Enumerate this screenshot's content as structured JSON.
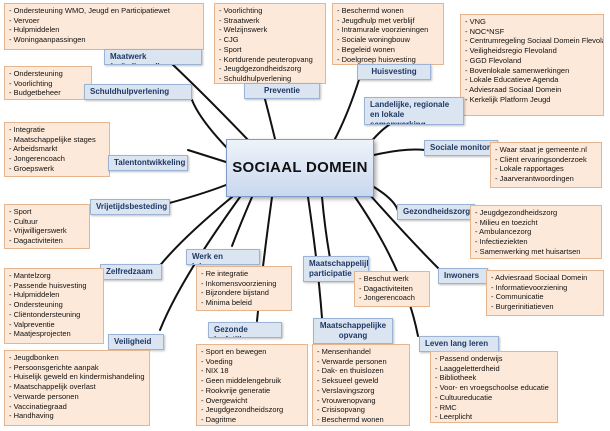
{
  "center": "SOCIAAL DOMEIN",
  "maatwerk": {
    "label": "Maatwerk (geïndiceerd)",
    "items": [
      "Ondersteuning WMO, Jeugd en Participatiewet",
      "Vervoer",
      "Hulpmiddelen",
      "Woningaanpassingen"
    ]
  },
  "preventie": {
    "label": "Preventie",
    "items": [
      "Voorlichting",
      "Straatwerk",
      "Welzijnswerk",
      "CJG",
      "Sport",
      "Kortdurende peuteropvang",
      "Jeugdgezondheidszorg",
      "Schuldhulpverlening"
    ]
  },
  "huisvesting": {
    "label": "Huisvesting",
    "items": [
      "Beschermd wonen",
      "Jeugdhulp met verblijf",
      "Intramurale voorzieningen",
      "Sociale woningbouw",
      "Begeleid wonen",
      "Doelgroep huisvesting"
    ]
  },
  "samenwerking": {
    "label": "Landelijke, regionale en lokale samenwerking",
    "items": [
      "VNG",
      "NOC*NSF",
      "Centrumregeling Sociaal Domein Flevoland",
      "Veiligheidsregio Flevoland",
      "GGD Flevoland",
      "Bovenlokale samenwerkingen",
      "Lokale Educatieve Agenda",
      "Adviesraad Sociaal Domein",
      "Kerkelijk Platform Jeugd"
    ]
  },
  "schuldhulp": {
    "label": "Schuldhulpverlening",
    "items": [
      "Ondersteuning",
      "Voorlichting",
      "Budgetbeheer"
    ]
  },
  "talent": {
    "label": "Talentontwikkeling",
    "items": [
      "Integratie",
      "Maatschappelijke stages",
      "Arbeidsmarkt",
      "Jongerencoach",
      "Groepswerk"
    ]
  },
  "monitor": {
    "label": "Sociale monitor",
    "items": [
      "Waar staat je gemeente.nl",
      "Cliënt ervaringsonderzoek",
      "Lokale rapportages",
      "Jaarverantwoordingen"
    ]
  },
  "vrijetijd": {
    "label": "Vrijetijdsbesteding",
    "items": [
      "Sport",
      "Cultuur",
      "Vrijwilligerswerk",
      "Dagactiviteiten"
    ]
  },
  "gezondheid": {
    "label": "Gezondheidszorg",
    "items": [
      "Jeugdgezondheidszorg",
      "Milieu en toezicht",
      "Ambulancezorg",
      "Infectieziekten",
      "Samenwerking met huisartsen"
    ]
  },
  "werk": {
    "label": "Werk en Inkomen",
    "items": [
      "Re integratie",
      "Inkomensvoorziening",
      "Bijzondere bijstand",
      "Minima beleid"
    ]
  },
  "participatie": {
    "label": "Maatschappelijke participatie",
    "items": [
      "Beschut werk",
      "Dagactiviteiten",
      "Jongerencoach"
    ]
  },
  "zelfredzaam": {
    "label": "Zelfredzaam",
    "items": [
      "Mantelzorg",
      "Passende huisvesting",
      "Hulpmiddelen",
      "Ondersteuning",
      "Cliëntondersteuning",
      "Valpreventie",
      "Maatjesprojecten"
    ]
  },
  "inwoners": {
    "label": "Inwoners",
    "items": [
      "Adviesraad Sociaal Domein",
      "Informatievoorziening",
      "Communicatie",
      "Burgerinitiatieven"
    ]
  },
  "veiligheid": {
    "label": "Veiligheid",
    "items": [
      "Jeugdbonken",
      "Persoonsgerichte aanpak",
      "Huiselijk geweld en kindermishandeling",
      "Maatschappelijk overlast",
      "Verwarde personen",
      "Vaccinatiegraad",
      "Handhaving"
    ]
  },
  "leefstijl": {
    "label": "Gezonde leefstijl",
    "items": [
      "Sport en bewegen",
      "Voeding",
      "NIX 18",
      "Geen middelengebruik",
      "Rookvrije generatie",
      "Overgewicht",
      "Jeugdgezondheidszorg",
      "Dagritme"
    ]
  },
  "opvang": {
    "label": "Maatschappelijke opvang",
    "items": [
      "Mensenhandel",
      "Verwarde personen",
      "Dak- en thuislozen",
      "Seksueel geweld",
      "Verslavingszorg",
      "Vrouwenopvang",
      "Crisisopvang",
      "Beschermd wonen"
    ]
  },
  "leren": {
    "label": "Leven lang leren",
    "items": [
      "Passend onderwijs",
      "Laaggeletterdheid",
      "Bibliotheek",
      "Voor- en vroegschoolse educatie",
      "Cultuureducatie",
      "RMC",
      "Leerplicht"
    ]
  }
}
